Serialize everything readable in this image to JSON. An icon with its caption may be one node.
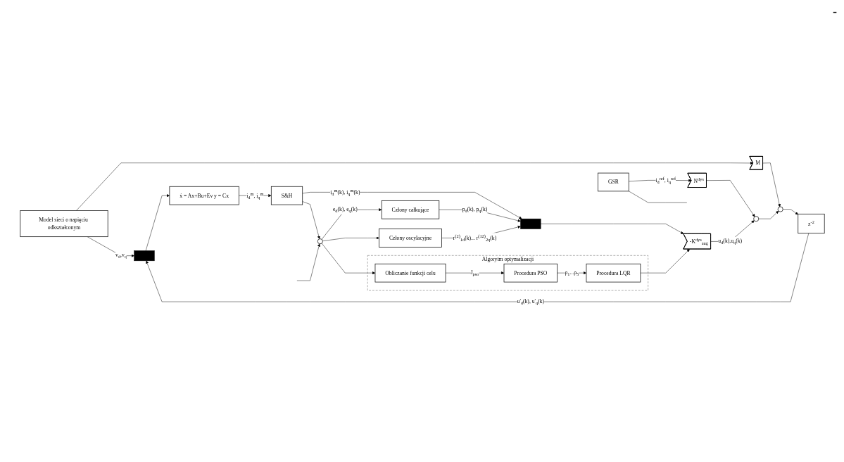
{
  "diagram": {
    "nodes": [
      {
        "text": [
          "Model sieci o napięciu odkształconym"
        ]
      },
      {
        "text": [
          "M"
        ]
      },
      {
        "text": [],
        "shape": "circle"
      },
      {
        "text": [
          "z$^{-2}$"
        ]
      },
      {
        "text": [],
        "shape": "bar"
      },
      {
        "text": [
          "ẋ = Ax+Bu+Ev y = Cx"
        ]
      },
      {
        "text": [
          "S&H"
        ]
      },
      {
        "text": [],
        "shape": "bar"
      },
      {
        "text": [
          "GSR"
        ]
      },
      {
        "text": [
          "N$^{dys}$"
        ]
      },
      {
        "text": [],
        "shape": "circle"
      },
      {
        "text": [
          "-K$^{dys}$$_{aug}$"
        ]
      },
      {
        "text": [
          "Człony całkujące"
        ]
      },
      {
        "text": [
          "Człony oscylacyjne"
        ]
      },
      {
        "text": [],
        "shape": "circle"
      },
      {
        "text": [
          "Algorytm optymalizacji"
        ]
      },
      {
        "text": [
          "Procedura LQR"
        ],
        "in": 15
      },
      {
        "text": [
          "Procedura PSO"
        ],
        "in": 15
      },
      {
        "text": [
          "Obliczanie funkcji celu"
        ],
        "in": 15
      }
    ],
    "edges": [
      {
        "from": 0,
        "to": 4,
        "arrow": "to",
        "label": "v$_{d}$,v$_{q}$"
      },
      {
        "from": 0,
        "to": 1,
        "arrow": "to"
      },
      {
        "from": 1,
        "to": 2,
        "arrow": "to"
      },
      {
        "from": 2,
        "to": 3,
        "arrow": "to"
      },
      {
        "from": 3,
        "to": 4,
        "arrow": "to",
        "label": "u'$_{d}$(k), u'$_{q}$(k)"
      },
      {
        "from": 4,
        "to": 5,
        "arrow": "to"
      },
      {
        "from": 5,
        "to": 6,
        "arrow": "to",
        "label": "i$_{d}$$^{m}$, i$_{q}$$^{m}$"
      },
      {
        "from": 6,
        "to": 14,
        "arrow": "to"
      },
      {
        "from": 6,
        "to": 7,
        "arrow": "to",
        "label": "i$_{d}$$^{m}$(k), i$_{q}$$^{m}$(k)"
      },
      {
        "from": 8,
        "to": 9,
        "arrow": "to",
        "label": "i$_{d}$$^{ref}$, i$_{q}$$^{ref}$"
      },
      {
        "from": 8,
        "to": null,
        "arrow": "none"
      },
      {
        "from": 9,
        "to": 10,
        "arrow": "to"
      },
      {
        "from": 10,
        "to": 2,
        "arrow": "to"
      },
      {
        "from": 11,
        "to": 10,
        "arrow": "to",
        "label": "u$_{d}$(k),u$_{q}$(k)"
      },
      {
        "from": 7,
        "to": 11,
        "arrow": "to"
      },
      {
        "from": 12,
        "to": 7,
        "arrow": "to",
        "label": "p$_{d}$(k), p$_{q}$(k)"
      },
      {
        "from": 13,
        "to": 7,
        "arrow": "to",
        "label": "r$^{(2)}$$_{1d}$(k)... r$^{(12)}$$_{2q}$(k)"
      },
      {
        "from": 14,
        "to": 12,
        "arrow": "to",
        "label": "e$_{d}$(k), e$_{q}$(k)"
      },
      {
        "from": 14,
        "to": 13,
        "arrow": "to"
      },
      {
        "from": 14,
        "to": 18,
        "arrow": "to"
      },
      {
        "from": null,
        "to": 14,
        "arrow": "to"
      },
      {
        "from": 18,
        "to": 17,
        "arrow": "to",
        "label": "J$_{pso}$"
      },
      {
        "from": 17,
        "to": 16,
        "arrow": "to",
        "label": "ρ$_{1}$...ρ$_{5}$"
      },
      {
        "from": 16,
        "to": 11,
        "arrow": "to"
      }
    ],
    "labels": [
      "-"
    ]
  }
}
